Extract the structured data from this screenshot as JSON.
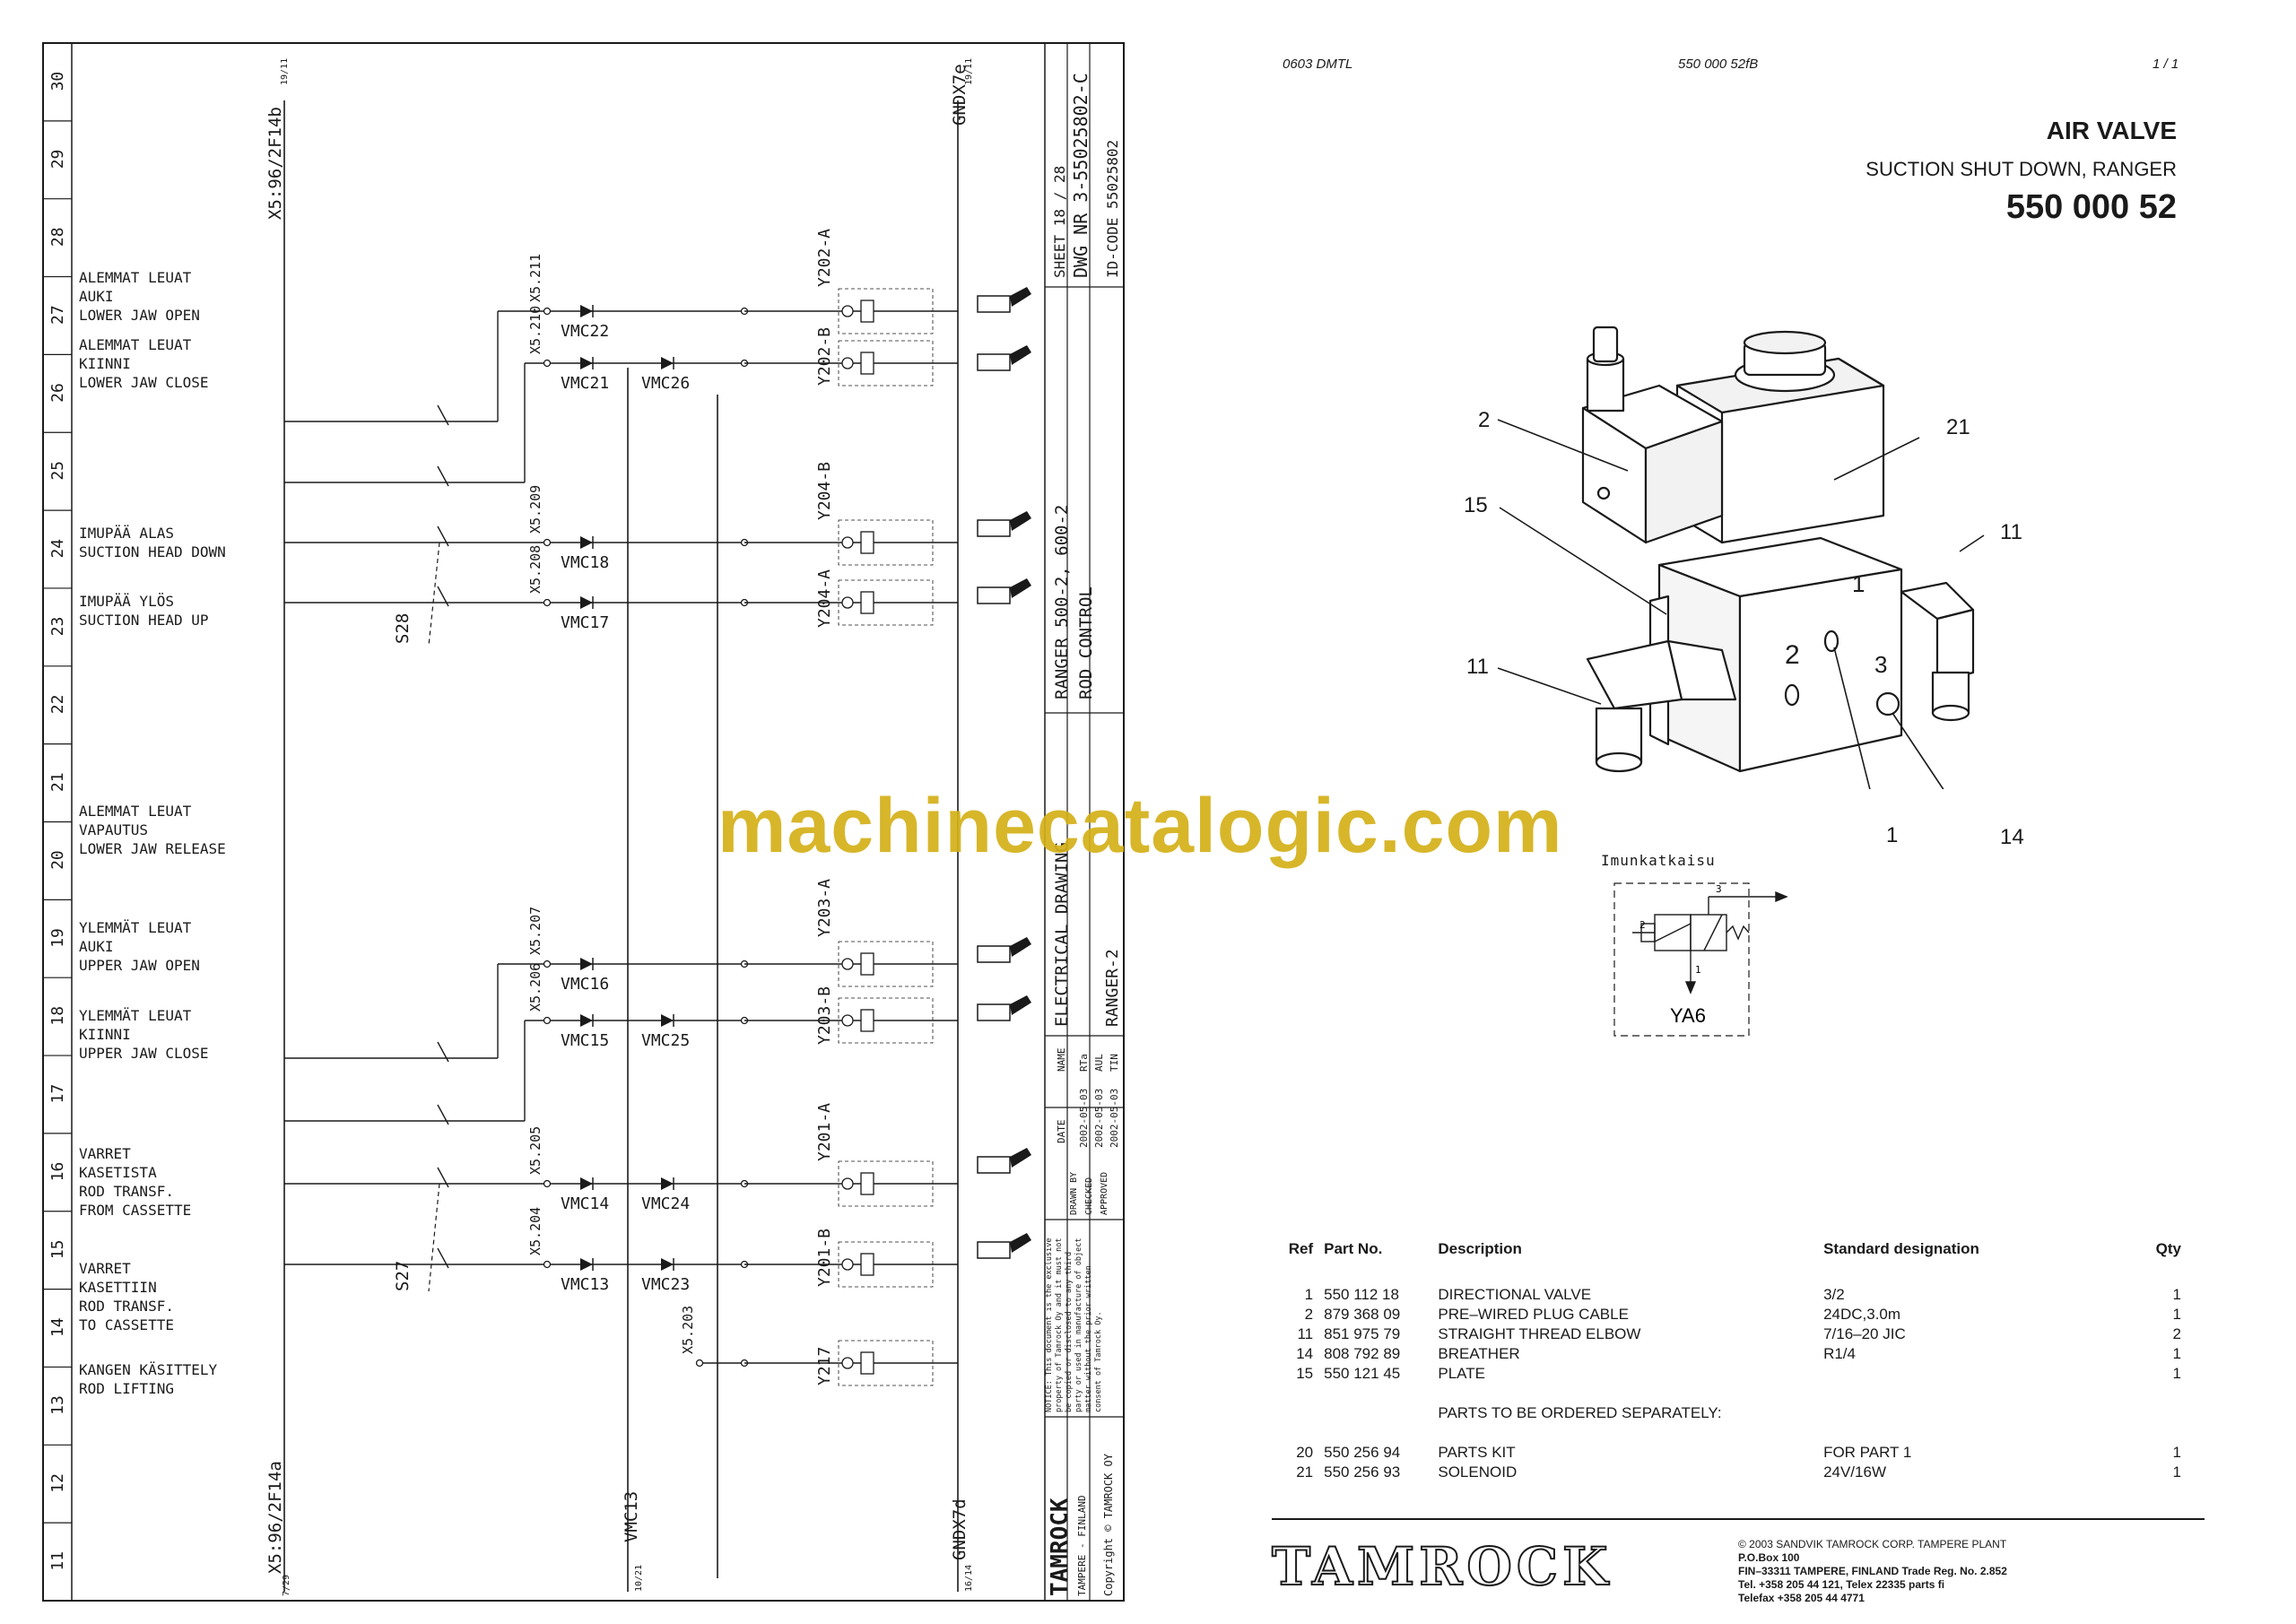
{
  "header": {
    "code": "0603 DMTL",
    "doc_no": "550 000 52fB",
    "page": "1 / 1"
  },
  "title": {
    "name": "AIR VALVE",
    "subtitle": "SUCTION SHUT DOWN, RANGER",
    "number": "550 000 52"
  },
  "callouts": [
    "2",
    "21",
    "15",
    "11",
    "11",
    "1",
    "14"
  ],
  "symbol": {
    "caption": "Imunkatkaisu",
    "label": "YA6",
    "ports": [
      "1",
      "2",
      "3"
    ]
  },
  "table": {
    "headers": {
      "ref": "Ref",
      "part": "Part No.",
      "desc": "Description",
      "std": "Standard designation",
      "qty": "Qty"
    },
    "rows": [
      {
        "ref": "1",
        "part": "550 112 18",
        "desc": "DIRECTIONAL VALVE",
        "std": "3/2",
        "qty": "1"
      },
      {
        "ref": "2",
        "part": "879 368 09",
        "desc": "PRE–WIRED PLUG CABLE",
        "std": "24DC,3.0m",
        "qty": "1"
      },
      {
        "ref": "11",
        "part": "851 975 79",
        "desc": "STRAIGHT THREAD ELBOW",
        "std": "7/16–20 JIC",
        "qty": "2"
      },
      {
        "ref": "14",
        "part": "808 792 89",
        "desc": "BREATHER",
        "std": "R1/4",
        "qty": "1"
      },
      {
        "ref": "15",
        "part": "550 121 45",
        "desc": "PLATE",
        "std": "",
        "qty": "1"
      }
    ],
    "separate_note": "PARTS TO BE ORDERED SEPARATELY:",
    "rows_separate": [
      {
        "ref": "20",
        "part": "550 256 94",
        "desc": "PARTS KIT",
        "std": "FOR PART 1",
        "qty": "1"
      },
      {
        "ref": "21",
        "part": "550 256 93",
        "desc": "SOLENOID",
        "std": "24V/16W",
        "qty": "1"
      }
    ]
  },
  "footer": {
    "logo": "TAMROCK",
    "copyright": "© 2003 SANDVIK TAMROCK CORP. TAMPERE PLANT",
    "address": [
      "P.O.Box 100",
      "FIN–33311 TAMPERE, FINLAND  Trade Reg. No. 2.852",
      "Tel. +358 205 44 121, Telex 22335 parts fi",
      "Telefax +358 205 44 4771"
    ]
  },
  "watermark": "machinecatalogic.com",
  "schematic": {
    "ruler": [
      "30",
      "29",
      "28",
      "27",
      "26",
      "25",
      "24",
      "23",
      "22",
      "21",
      "20",
      "19",
      "18",
      "17",
      "16",
      "15",
      "14",
      "13",
      "12",
      "11"
    ],
    "functions": [
      [
        "ALEMMAT LEUAT",
        "AUKI",
        "LOWER JAW OPEN"
      ],
      [
        "ALEMMAT LEUAT",
        "KIINNI",
        "LOWER JAW CLOSE"
      ],
      [
        "IMUPÄÄ ALAS",
        "SUCTION HEAD DOWN"
      ],
      [
        "IMUPÄÄ YLÖS",
        "SUCTION HEAD UP"
      ],
      [
        "ALEMMAT LEUAT",
        "VAPAUTUS",
        "LOWER JAW RELEASE"
      ],
      [
        "YLEMMÄT LEUAT",
        "AUKI",
        "UPPER JAW OPEN"
      ],
      [
        "YLEMMÄT LEUAT",
        "KIINNI",
        "UPPER JAW CLOSE"
      ],
      [
        "VARRET",
        "KASETISTA",
        "ROD TRANSF.",
        "FROM CASSETTE"
      ],
      [
        "VARRET",
        "KASETTIIN",
        "ROD TRANSF.",
        "TO CASSETTE"
      ],
      [
        "KANGEN KÄSITTELY",
        "ROD LIFTING"
      ]
    ],
    "bus_top": "X5:96/2F14b",
    "bus_top_ref": "19/11",
    "bus_bottom": "X5:96/2F14a",
    "bus_bottom_ref": "7/29",
    "vmc_bus": "VMC13",
    "vmc_bus_ref": "10/21",
    "gnd_top": "GNDX7e",
    "gnd_top_ref": "19/11",
    "gnd_bottom": "GNDX7d",
    "gnd_bottom_ref": "16/14",
    "switches": [
      "S28",
      "S27"
    ],
    "diodes": [
      "VMC22",
      "VMC21",
      "VMC26",
      "VMC18",
      "VMC17",
      "VMC16",
      "VMC15",
      "VMC25",
      "VMC14",
      "VMC24",
      "VMC13",
      "VMC23"
    ],
    "valves": [
      "Y202-A",
      "Y202-B",
      "Y204-B",
      "Y204-A",
      "Y203-A",
      "Y203-B",
      "Y201-A",
      "Y201-B",
      "Y217"
    ],
    "terminals": [
      "X5.211",
      "X5.210",
      "X5.209",
      "X5.208",
      "X5.207",
      "X5.206",
      "X5.205",
      "X5.204",
      "X5.203"
    ],
    "titleblock": {
      "sheet": "SHEET 18 / 28",
      "dwg": "DWG NR 3-55025802-C",
      "id": "ID-CODE 55025802",
      "project": "RANGER 500-2, 600-2",
      "project2": "ROD CONTROL",
      "type": "ELECTRICAL DRAWING",
      "model": "RANGER-2",
      "name_hdr": "NAME",
      "date_hdr": "DATE",
      "drawn": "DRAWN BY",
      "checked": "CHECKED",
      "approved": "APPROVED",
      "d1": "2002-05-03",
      "d2": "2002-05-03",
      "d3": "2002-05-03",
      "n1": "RTa",
      "n2": "AUL",
      "n3": "TIN",
      "notice": "NOTICE: This document is the exclusive property of Tamrock Oy and it must not be copied or disclosed to any third party or used in manufacture of object matter without the prior written consent of Tamrock Oy.",
      "logo": "TAMROCK",
      "city": "TAMPERE - FINLAND",
      "copyright": "Copyright © TAMROCK OY"
    }
  }
}
